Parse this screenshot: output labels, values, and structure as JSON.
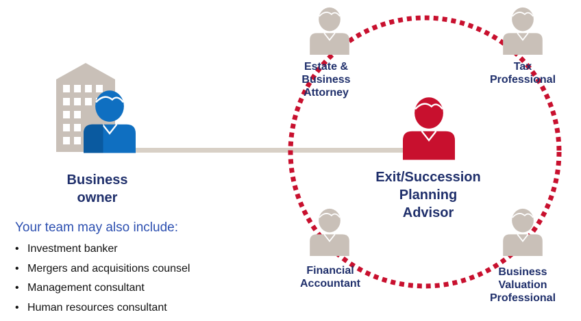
{
  "business_owner": {
    "label": "Business\nowner",
    "icons": [
      "building-icon",
      "person-icon"
    ]
  },
  "advisor": {
    "label": "Exit/Succession\nPlanning\nAdvisor",
    "icon": "person-icon"
  },
  "team_members": [
    {
      "label": "Estate &\nBusiness\nAttorney",
      "icon": "person-icon"
    },
    {
      "label": "Tax\nProfessional",
      "icon": "person-icon"
    },
    {
      "label": "Financial\nAccountant",
      "icon": "person-icon"
    },
    {
      "label": "Business\nValuation\nProfessional",
      "icon": "person-icon"
    }
  ],
  "team_extra": {
    "heading": "Your team may also include:",
    "items": [
      "Investment banker",
      "Mergers and acquisitions counsel",
      "Management consultant",
      "Human resources consultant"
    ]
  },
  "colors": {
    "owner_blue": "#0f6fc1",
    "advisor_red": "#c8102e",
    "team_gray": "#c9c0b8",
    "building_gray": "#c9c0b8",
    "connector": "#d8d0c6",
    "dotted_ring": "#c8102e",
    "label_navy": "#1f2f6b",
    "heading_blue": "#2c4fb0"
  }
}
